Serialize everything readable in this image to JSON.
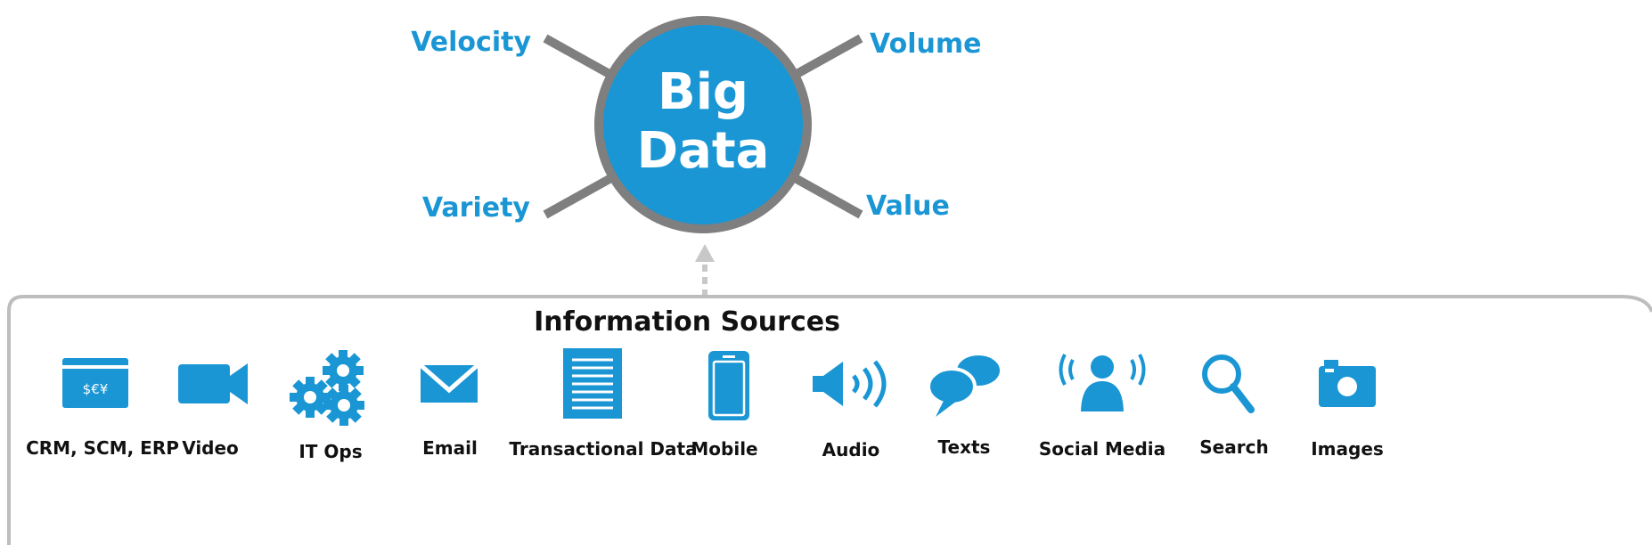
{
  "hub": {
    "line1": "Big",
    "line2": "Data"
  },
  "vs": {
    "velocity": "Velocity",
    "volume": "Volume",
    "variety": "Variety",
    "value": "Value"
  },
  "sources": {
    "title": "Information Sources",
    "items": [
      {
        "label": "CRM, SCM, ERP",
        "icon": "credit-card-icon",
        "glyph": "$€¥"
      },
      {
        "label": "Video",
        "icon": "video-camera-icon"
      },
      {
        "label": "IT Ops",
        "icon": "gears-icon"
      },
      {
        "label": "Email",
        "icon": "envelope-icon"
      },
      {
        "label": "Transactional Data",
        "icon": "document-icon"
      },
      {
        "label": "Mobile",
        "icon": "mobile-phone-icon"
      },
      {
        "label": "Audio",
        "icon": "speaker-icon"
      },
      {
        "label": "Texts",
        "icon": "chat-bubbles-icon"
      },
      {
        "label": "Social Media",
        "icon": "broadcasting-person-icon"
      },
      {
        "label": "Search",
        "icon": "magnifier-icon"
      },
      {
        "label": "Images",
        "icon": "camera-icon"
      }
    ]
  },
  "colors": {
    "accent": "#1a96d4",
    "ring": "#7f7f7f",
    "frame": "#bdbdbd",
    "text": "#111111"
  }
}
